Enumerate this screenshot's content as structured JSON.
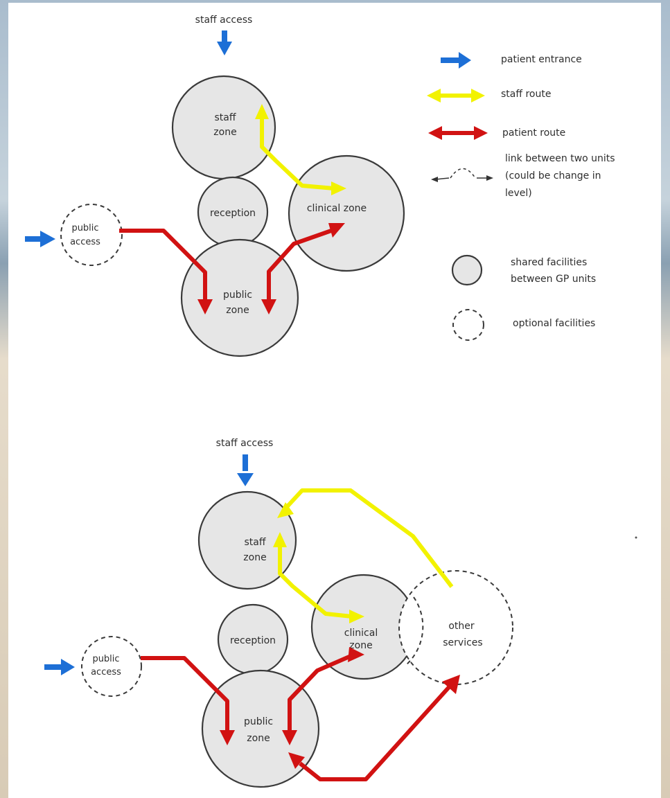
{
  "diagram1": {
    "staff_access": "staff access",
    "staff_zone": [
      "staff",
      "zone"
    ],
    "reception": "reception",
    "clinical_zone": "clinical zone",
    "public_access": [
      "public",
      "access"
    ],
    "public_zone": [
      "public",
      "zone"
    ]
  },
  "diagram2": {
    "staff_access": "staff access",
    "staff_zone": [
      "staff",
      "zone"
    ],
    "reception": "reception",
    "clinical_zone": [
      "clinical",
      "zone"
    ],
    "other_services": [
      "other",
      "services"
    ],
    "public_access": [
      "public",
      "access"
    ],
    "public_zone": [
      "public",
      "zone"
    ]
  },
  "legend": {
    "patient_entrance": "patient entrance",
    "staff_route": "staff route",
    "patient_route": "patient route",
    "link_between_units": [
      "link between two units",
      "(could be change in",
      "level)"
    ],
    "shared_facilities": [
      "shared facilities",
      "between GP units"
    ],
    "optional_facilities": "optional facilities"
  },
  "colors": {
    "patient_entrance": "#1d6fd6",
    "staff_route": "#f2f200",
    "patient_route": "#d11212",
    "zone_fill": "#e6e6e6"
  }
}
